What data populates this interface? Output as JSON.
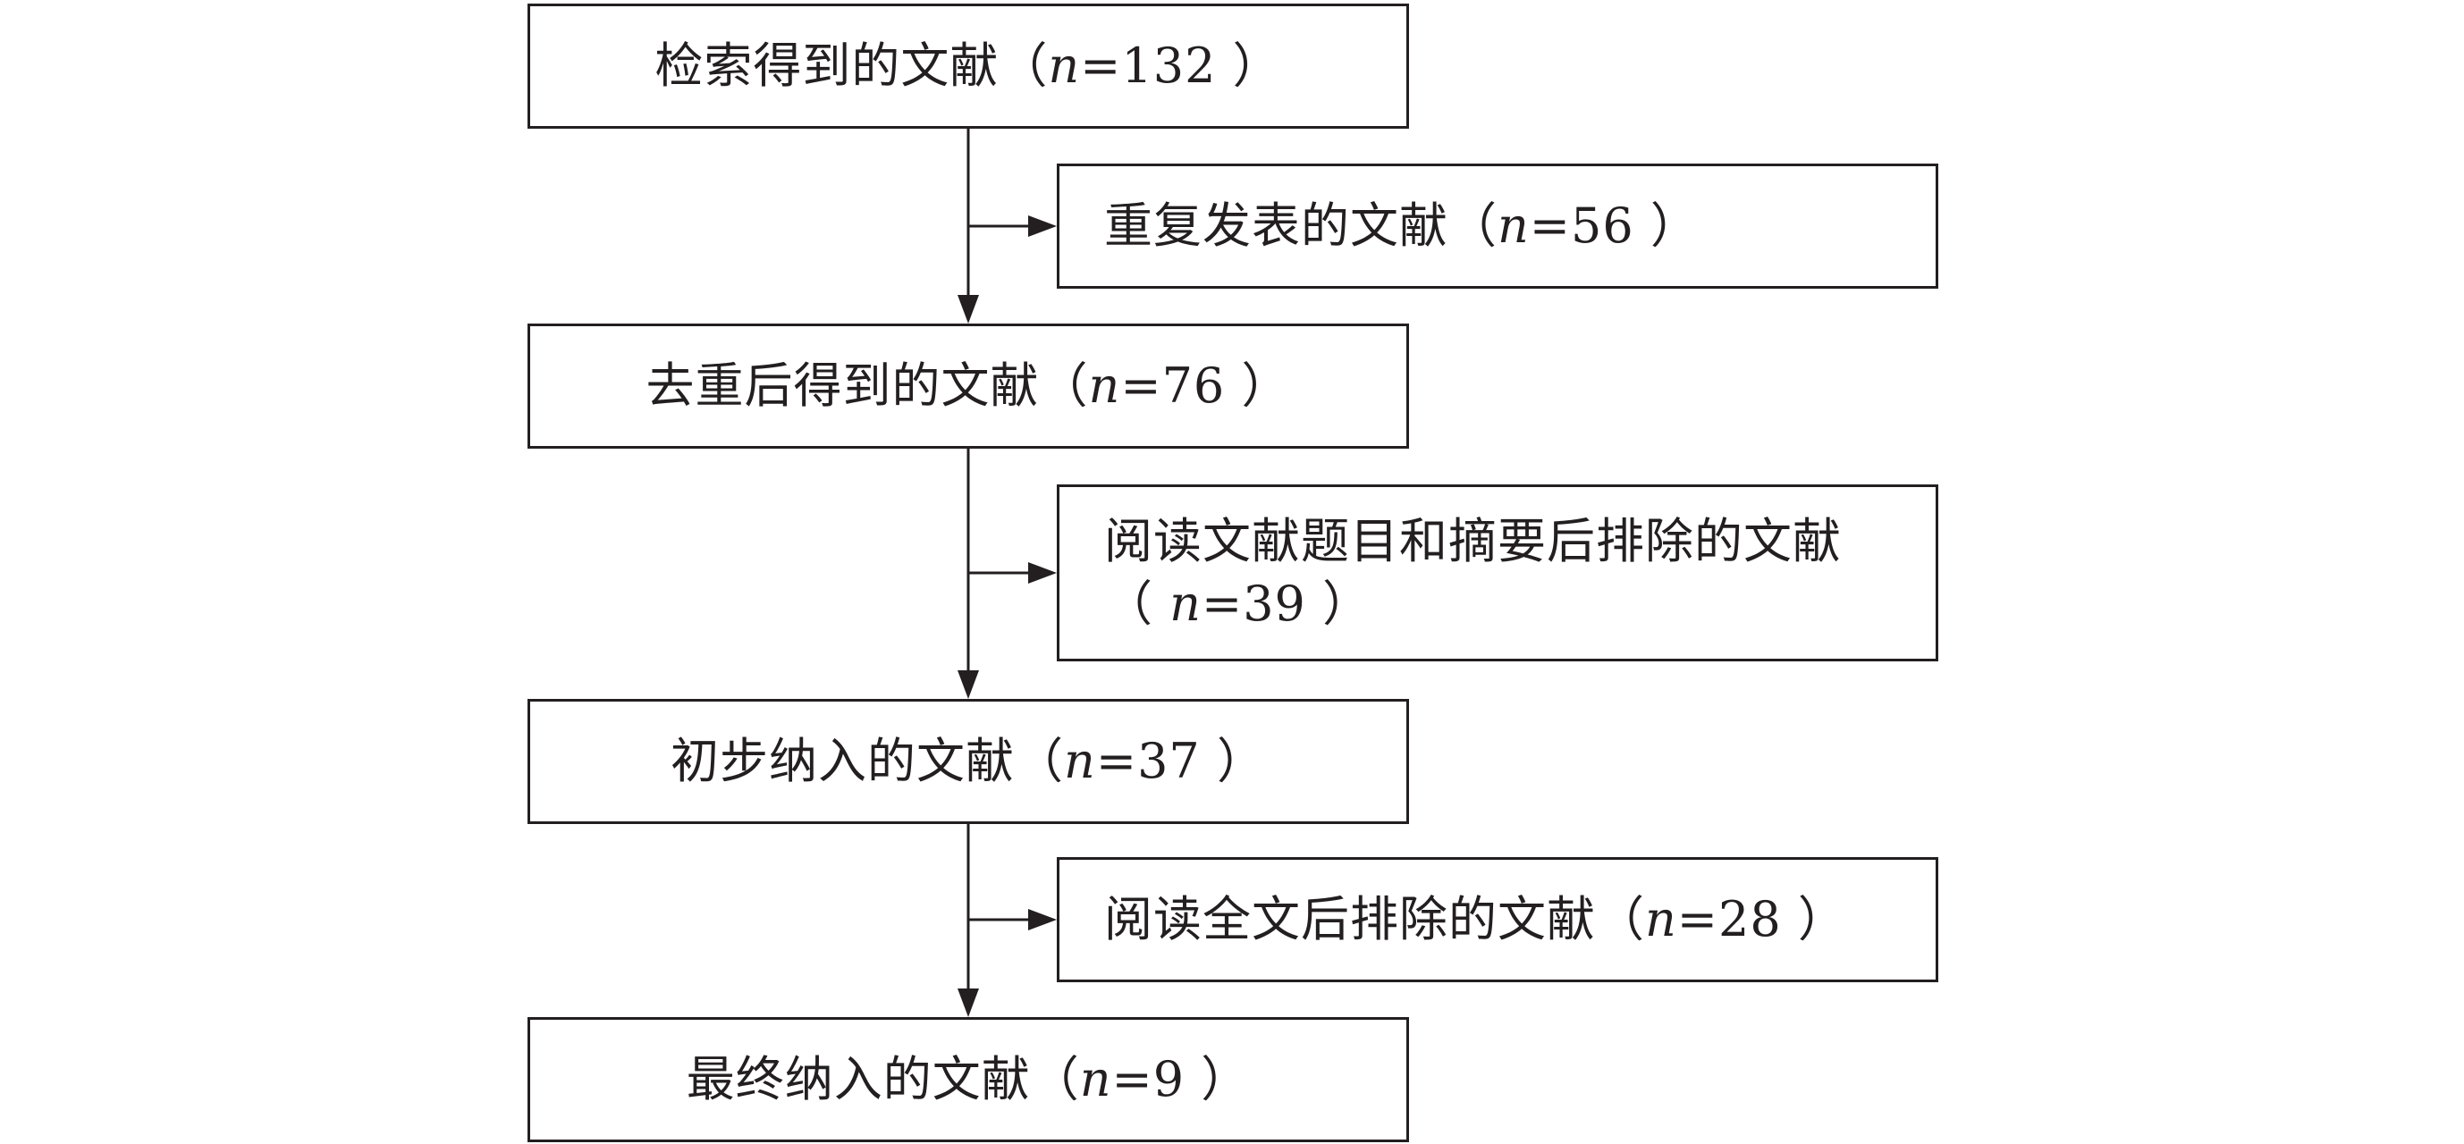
{
  "flowchart": {
    "main_boxes": [
      {
        "label": "检索得到的文献（",
        "n": "n",
        "rest": "=132 ）"
      },
      {
        "label": "去重后得到的文献（",
        "n": "n",
        "rest": "=76 ）"
      },
      {
        "label": "初步纳入的文献（",
        "n": "n",
        "rest": "=37 ）"
      },
      {
        "label": "最终纳入的文献（",
        "n": "n",
        "rest": "=9 ）"
      }
    ],
    "exclusion_boxes": [
      {
        "line1": "重复发表的文献（",
        "n": "n",
        "rest": "=56 ）"
      },
      {
        "line1": "阅读文献题目和摘要后排除的文献",
        "line2_open": "（ ",
        "n": "n",
        "rest": "=39 ）"
      },
      {
        "line1": "阅读全文后排除的文献（",
        "n": "n",
        "rest": "=28 ）"
      }
    ]
  },
  "colors": {
    "stroke": "#231f20",
    "text": "#231f20",
    "background": "#ffffff"
  }
}
